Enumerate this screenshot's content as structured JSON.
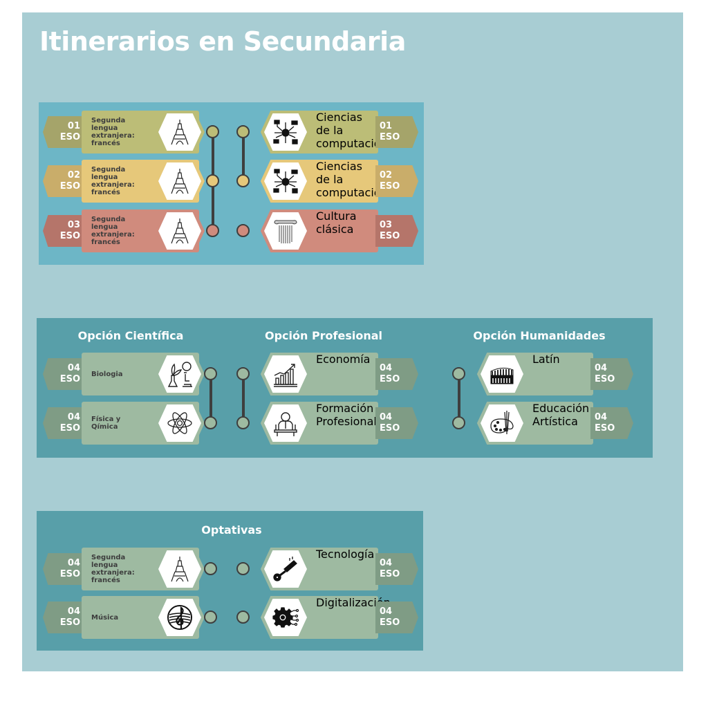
{
  "title": "Itinerarios en Secundaria",
  "colors": {
    "frame": "#a8cdd3",
    "panel_top": "#6db6c6",
    "panel": "#589fa9",
    "row1": "#bcbd77",
    "row1_tag": "#a5a46a",
    "row2": "#e6c87a",
    "row2_tag": "#c9ad6a",
    "row3": "#d08b7d",
    "row3_tag": "#b5756a",
    "green": "#9ebaa1",
    "green_tag": "#7f9c85",
    "dot_border": "#3e3e3e"
  },
  "eso_word": "ESO",
  "courses_1_3": {
    "left": [
      {
        "num": "01",
        "label": "Segunda lengua extranjera: francés",
        "icon": "eiffel-tower-icon"
      },
      {
        "num": "02",
        "label": "Segunda lengua extranjera: francés",
        "icon": "eiffel-tower-icon"
      },
      {
        "num": "03",
        "label": "Segunda lengua extranjera: francés",
        "icon": "eiffel-tower-icon"
      }
    ],
    "right": [
      {
        "num": "01",
        "label": "Ciencias de la computación",
        "icon": "circuit-chip-icon"
      },
      {
        "num": "02",
        "label": "Ciencias de la computación",
        "icon": "circuit-chip-icon"
      },
      {
        "num": "03",
        "label": "Cultura clásica",
        "icon": "ionic-column-icon"
      }
    ]
  },
  "options": [
    {
      "heading": "Opción Científica",
      "items": [
        {
          "num": "04",
          "label": "Biologia",
          "icon": "plant-microscope-icon"
        },
        {
          "num": "04",
          "label": "Física y Qímica",
          "icon": "atom-icon"
        }
      ]
    },
    {
      "heading": "Opción Profesional",
      "items": [
        {
          "num": "04",
          "label": "Economía",
          "icon": "bar-chart-growth-icon"
        },
        {
          "num": "04",
          "label": "Formación Profesional",
          "icon": "person-desk-icon"
        }
      ]
    },
    {
      "heading": "Opción Humanidades",
      "items": [
        {
          "num": "04",
          "label": "Latín",
          "icon": "colosseum-icon"
        },
        {
          "num": "04",
          "label": "Educación Artística",
          "icon": "paint-palette-icon"
        }
      ]
    }
  ],
  "optativas": {
    "heading": "Optativas",
    "left": [
      {
        "num": "04",
        "label": "Segunda lengua extranjera: francés",
        "icon": "eiffel-tower-icon"
      },
      {
        "num": "04",
        "label": "Música",
        "icon": "treble-clef-icon"
      }
    ],
    "right": [
      {
        "num": "04",
        "label": "Tecnología",
        "icon": "hydraulic-piston-icon"
      },
      {
        "num": "04",
        "label": "Digitalización",
        "icon": "digital-gear-icon"
      }
    ]
  }
}
